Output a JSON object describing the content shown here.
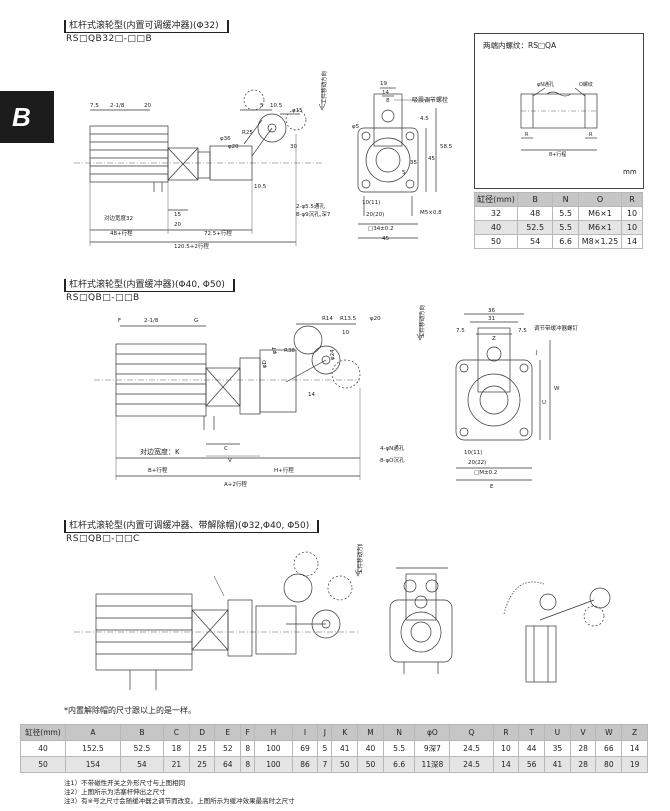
{
  "tab_letter": "B",
  "sections": [
    {
      "title": "杠杆式滚轮型(内置可调缓冲器)(Φ32)",
      "code": "RS□QB32□-□□B"
    },
    {
      "title": "杠杆式滚轮型(内置缓冲器)(Φ40, Φ50)",
      "code": "RS□QB□-□□B"
    },
    {
      "title": "杠杆式滚轮型(内置可调缓冲器、带解除帽)(Φ32,Φ40, Φ50)",
      "code": "RS□QB□-□□C"
    }
  ],
  "drawing1": {
    "dims_top": [
      "7.5",
      "2-1/8",
      "20",
      "5",
      "10.5",
      "φ15",
      "19",
      "14",
      "8"
    ],
    "dims_side": [
      "φ36",
      "φ20",
      "R25",
      "30",
      "10.5",
      "φ5",
      "4.5",
      "45",
      "58.5",
      "35",
      "5",
      "M5×0.8"
    ],
    "workpiece": "工件移动方向",
    "adj_screw": "吸震调节螺栓",
    "hole1": "2-φ5.5通孔",
    "hole2": "8-φ9沉孔,深7",
    "wrench": "对边宽度32",
    "d15": "15",
    "d20": "20",
    "bottom_dims": [
      "10(11)",
      "20(20)",
      "□34±0.2",
      "45"
    ],
    "stroke1": "48+行程",
    "stroke2": "72.5+行程",
    "stroke3": "120.5+2行程"
  },
  "detail": {
    "title": "两端内螺纹：RS□QA",
    "n_hole": "φN通孔",
    "o_thread": "O螺纹",
    "label_r": "R",
    "label_8": "8+行程",
    "unit": "mm"
  },
  "table1": {
    "headers": [
      "缸径(mm)",
      "B",
      "N",
      "O",
      "R"
    ],
    "rows": [
      [
        "32",
        "48",
        "5.5",
        "M6×1",
        "10"
      ],
      [
        "40",
        "52.5",
        "5.5",
        "M6×1",
        "10"
      ],
      [
        "50",
        "54",
        "6.6",
        "M8×1.25",
        "14"
      ]
    ]
  },
  "drawing2": {
    "dims_top": [
      "F",
      "2-1/8",
      "G",
      "R14",
      "R13.5",
      "φ20",
      "36",
      "31",
      "7.5",
      "Z",
      "7.5"
    ],
    "side": [
      "φT",
      "φD",
      "R38",
      "φ24",
      "14",
      "10",
      "J",
      "W",
      "U",
      "E"
    ],
    "workpiece": "工件移动方向",
    "adj_screw": "调节带缓冲器螺钉",
    "hole1": "4-φN通孔",
    "hole2": "8-φO沉孔",
    "wrench": "对边宽度：K",
    "c": "C",
    "v": "V",
    "bottom_dims": [
      "10(11)",
      "20(22)",
      "□M±0.2",
      "E"
    ],
    "stroke1": "B+行程",
    "stroke2": "H+行程",
    "stroke3": "A+2行程"
  },
  "drawing3": {
    "workpiece": "工件移动方向"
  },
  "note_heading": "*内置解除帽的尺寸跟以上的是一样。",
  "table2": {
    "headers": [
      "缸径(mm)",
      "A",
      "B",
      "C",
      "D",
      "E",
      "F",
      "H",
      "I",
      "J",
      "K",
      "M",
      "N",
      "φO",
      "Q",
      "R",
      "T",
      "U",
      "V",
      "W",
      "Z"
    ],
    "rows": [
      [
        "40",
        "152.5",
        "52.5",
        "18",
        "25",
        "52",
        "8",
        "100",
        "69",
        "5",
        "41",
        "40",
        "5.5",
        "9深7",
        "24.5",
        "10",
        "44",
        "35",
        "28",
        "66",
        "14"
      ],
      [
        "50",
        "154",
        "54",
        "21",
        "25",
        "64",
        "8",
        "100",
        "86",
        "7",
        "50",
        "50",
        "6.6",
        "11深8",
        "24.5",
        "14",
        "56",
        "41",
        "28",
        "80",
        "19"
      ]
    ]
  },
  "notes": [
    "注1）不带磁性开关之外形尺寸与上图相同",
    "注2）上图所示为活塞杆伸出之尺寸",
    "注3）有※号之尺寸会随缓冲器之调节而改变。上图所示为缓冲效果最高时之尺寸"
  ]
}
